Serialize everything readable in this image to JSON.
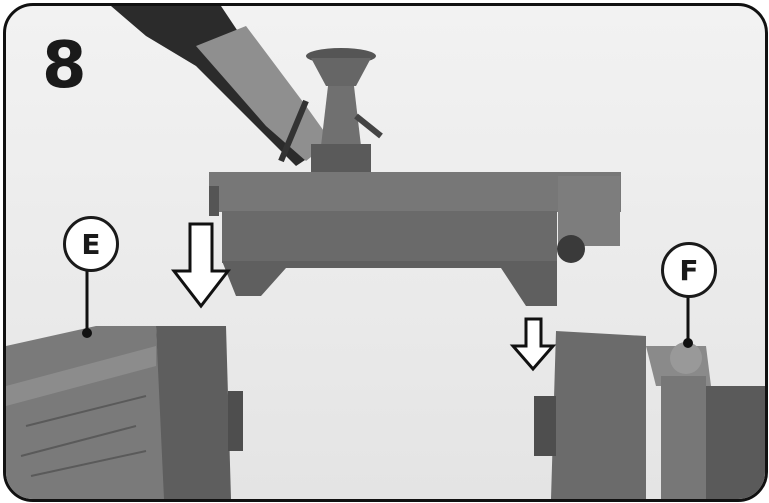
{
  "step": {
    "number": "8"
  },
  "callouts": {
    "e_label": "E",
    "f_label": "F"
  },
  "icons": [
    "down-arrow-icon",
    "down-arrow-icon"
  ],
  "colors": {
    "outline": "#111111",
    "plastic": "#6e6e6e",
    "plastic_dark": "#4c4c4c",
    "plastic_light": "#8a8a8a"
  }
}
